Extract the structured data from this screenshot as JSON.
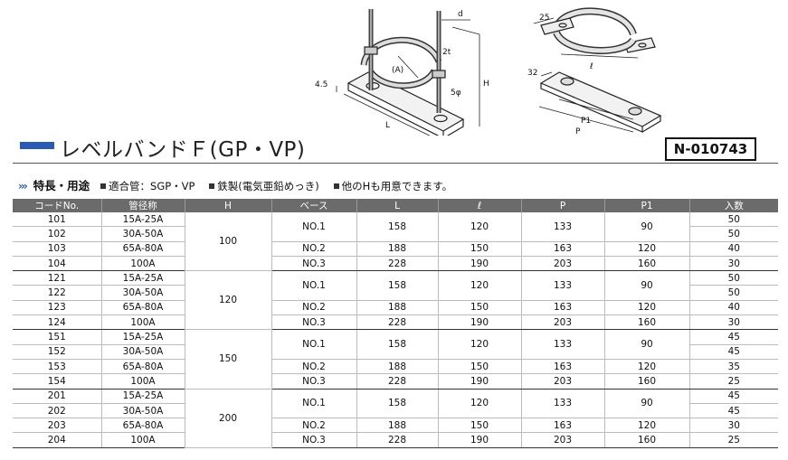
{
  "figure": {
    "left_labels": {
      "d": "d",
      "t2": "2t",
      "a": "(A)",
      "h45": "4.5",
      "phi5": "5φ",
      "H": "H",
      "L": "L"
    },
    "right_labels": {
      "d25": "25",
      "d32": "32",
      "ell": "ℓ",
      "P1": "P1",
      "P": "P"
    }
  },
  "header": {
    "title": "レベルバンドＦ(GP・VP)",
    "code": "N-010743",
    "accent_color": "#2a5ab8"
  },
  "features": {
    "arrow": "›››",
    "title": "特長・用途",
    "items": [
      "適合管：SGP・VP",
      "鉄製(電気亜鉛めっき)",
      "他のHも用意できます。"
    ]
  },
  "table": {
    "headers": [
      "コードNo.",
      "管径称",
      "H",
      "ベース",
      "L",
      "ℓ",
      "P",
      "P1",
      "入数"
    ],
    "rows": [
      [
        "101",
        "15A-25A",
        "100",
        "NO.1",
        "158",
        "120",
        "133",
        "90",
        "50"
      ],
      [
        "102",
        "30A-50A",
        "",
        "",
        "",
        "",
        "",
        "",
        "50"
      ],
      [
        "103",
        "65A-80A",
        "",
        "NO.2",
        "188",
        "150",
        "163",
        "120",
        "40"
      ],
      [
        "104",
        "100A",
        "",
        "NO.3",
        "228",
        "190",
        "203",
        "160",
        "30"
      ],
      [
        "121",
        "15A-25A",
        "120",
        "NO.1",
        "158",
        "120",
        "133",
        "90",
        "50"
      ],
      [
        "122",
        "30A-50A",
        "",
        "",
        "",
        "",
        "",
        "",
        "50"
      ],
      [
        "123",
        "65A-80A",
        "",
        "NO.2",
        "188",
        "150",
        "163",
        "120",
        "40"
      ],
      [
        "124",
        "100A",
        "",
        "NO.3",
        "228",
        "190",
        "203",
        "160",
        "30"
      ],
      [
        "151",
        "15A-25A",
        "150",
        "NO.1",
        "158",
        "120",
        "133",
        "90",
        "45"
      ],
      [
        "152",
        "30A-50A",
        "",
        "",
        "",
        "",
        "",
        "",
        "45"
      ],
      [
        "153",
        "65A-80A",
        "",
        "NO.2",
        "188",
        "150",
        "163",
        "120",
        "35"
      ],
      [
        "154",
        "100A",
        "",
        "NO.3",
        "228",
        "190",
        "203",
        "160",
        "25"
      ],
      [
        "201",
        "15A-25A",
        "200",
        "NO.1",
        "158",
        "120",
        "133",
        "90",
        "45"
      ],
      [
        "202",
        "30A-50A",
        "",
        "",
        "",
        "",
        "",
        "",
        "45"
      ],
      [
        "203",
        "65A-80A",
        "",
        "NO.2",
        "188",
        "150",
        "163",
        "120",
        "30"
      ],
      [
        "204",
        "100A",
        "",
        "NO.3",
        "228",
        "190",
        "203",
        "160",
        "25"
      ]
    ]
  }
}
